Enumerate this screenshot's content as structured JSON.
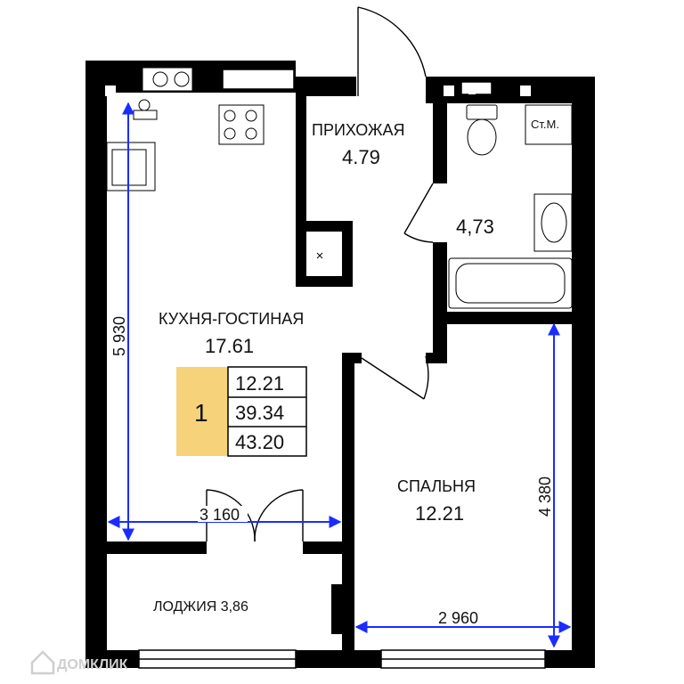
{
  "rooms": {
    "hallway": {
      "name": "ПРИХОЖАЯ",
      "area": "4.79"
    },
    "bathroom": {
      "area": "4,73",
      "washer_label": "Ст.М."
    },
    "kitchen_living": {
      "name": "КУХНЯ-ГОСТИНАЯ",
      "area": "17.61"
    },
    "bedroom": {
      "name": "СПАЛЬНЯ",
      "area": "12.21"
    },
    "loggia": {
      "name": "ЛОДЖИЯ 3,86"
    }
  },
  "summary": {
    "rooms_count": "1",
    "living_area": "12.21",
    "area_no_loggia": "39.34",
    "total_area": "43.20"
  },
  "dimensions": {
    "kitchen_height": "5 930",
    "kitchen_width": "3 160",
    "bedroom_height": "4 380",
    "bedroom_width": "2 960"
  },
  "watermark": "ДОМКЛИК",
  "colors": {
    "wall": "#000000",
    "dimension": "#1a2cff",
    "summary_badge": "#f6d27a"
  }
}
